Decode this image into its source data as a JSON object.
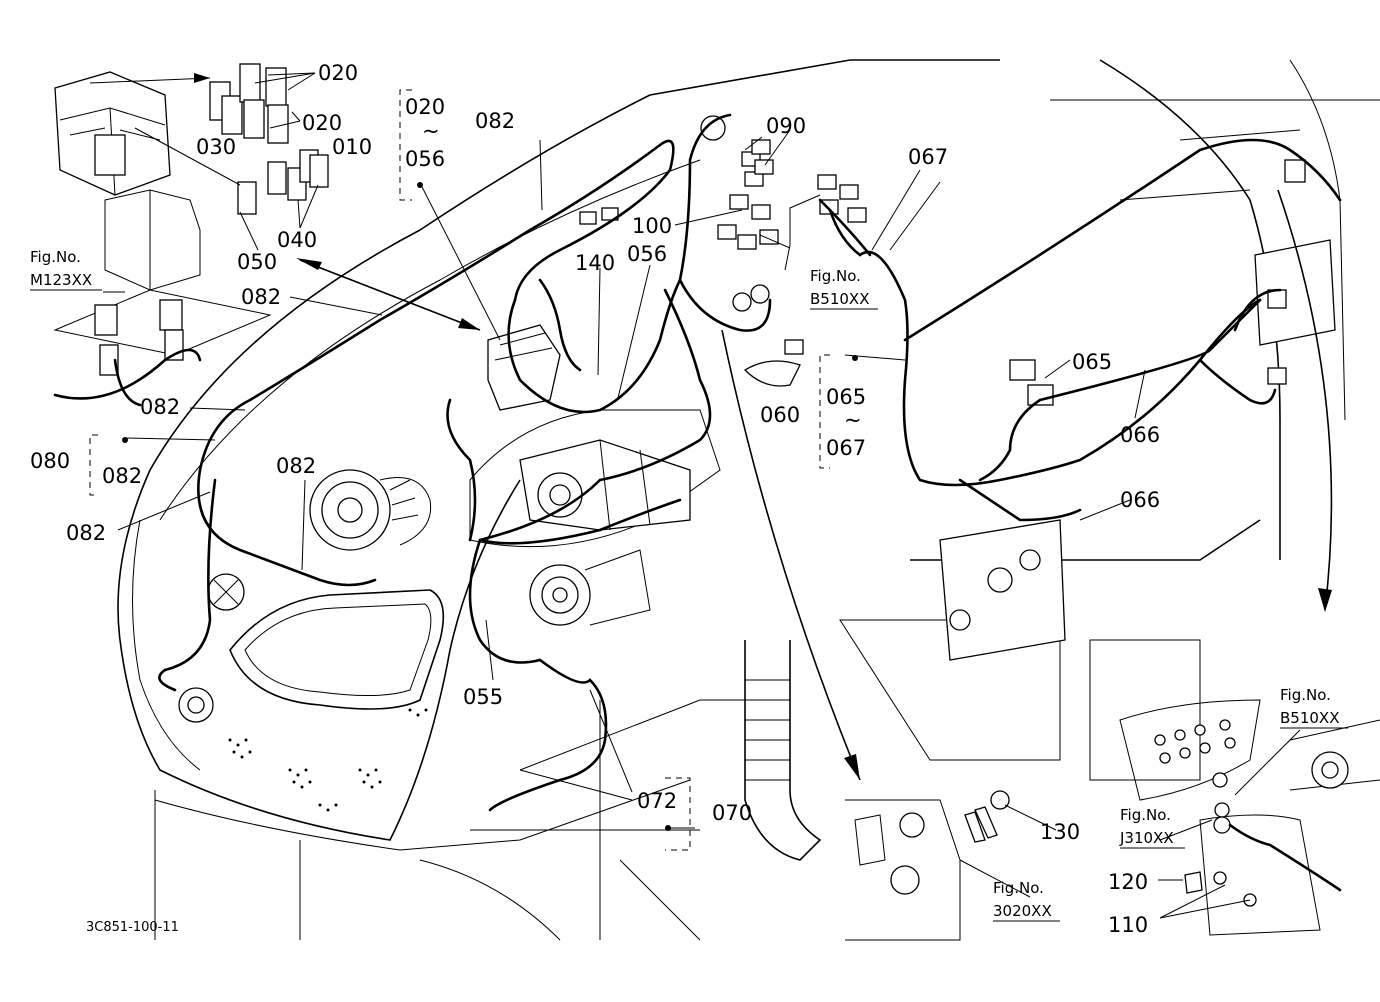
{
  "drawing_code": "3C851-100-11",
  "callouts": {
    "p010": "010",
    "p020a": "020",
    "p020b": "020",
    "p020r": "020",
    "p030": "030",
    "p040": "040",
    "p050": "050",
    "p055": "055",
    "p056a": "056",
    "p056b": "056",
    "p060": "060",
    "p065a": "065",
    "p065b": "065",
    "p066a": "066",
    "p066b": "066",
    "p067a": "067",
    "p067b": "067",
    "p070": "070",
    "p072": "072",
    "p080": "080",
    "p082a": "082",
    "p082b": "082",
    "p082c": "082",
    "p082d": "082",
    "p082e": "082",
    "p082f": "082",
    "p090": "090",
    "p100": "100",
    "p110": "110",
    "p120": "120",
    "p130": "130",
    "p140": "140",
    "tilde": "~"
  },
  "figure_refs": {
    "fig_label": "Fig.No.",
    "m123": "M123XX",
    "b510a": "B510XX",
    "b510b": "B510XX",
    "j310": "J310XX",
    "f3020": "3020XX"
  }
}
